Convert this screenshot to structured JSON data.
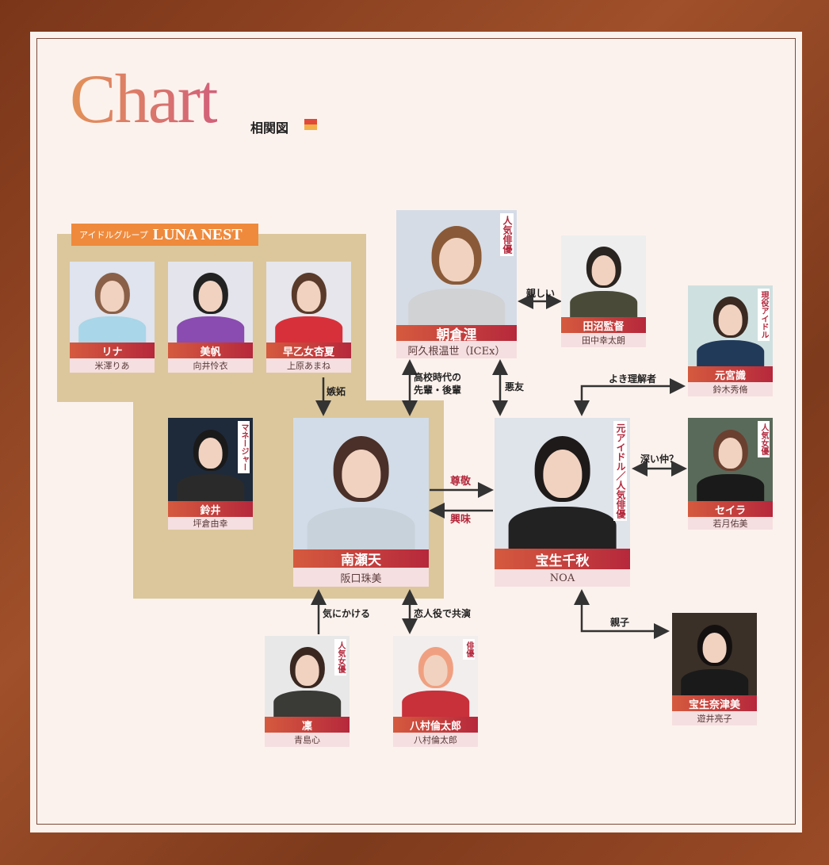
{
  "header": {
    "title": "Chart",
    "subtitle": "相関図"
  },
  "group": {
    "prefix": "アイドルグループ",
    "name": "LUNA NEST"
  },
  "characters": [
    {
      "id": "rina",
      "name": "リナ",
      "actor": "米澤りあ",
      "role": null
    },
    {
      "id": "miho",
      "name": "美帆",
      "actor": "向井怜衣",
      "role": null
    },
    {
      "id": "saotome",
      "name": "早乙女杏夏",
      "actor": "上原あまね",
      "role": null
    },
    {
      "id": "asakura",
      "name": "朝倉浬",
      "actor": "阿久根温世（ICEx）",
      "role": "人気俳優"
    },
    {
      "id": "tanuma",
      "name": "田沼監督",
      "actor": "田中幸太朗",
      "role": null
    },
    {
      "id": "motomiya",
      "name": "元宮識",
      "actor": "鈴木秀脩",
      "role": "現役アイドル"
    },
    {
      "id": "suzui",
      "name": "鈴井",
      "actor": "坪倉由幸",
      "role": "マネージャー"
    },
    {
      "id": "minase",
      "name": "南瀬天",
      "actor": "阪口珠美",
      "role": null
    },
    {
      "id": "housho",
      "name": "宝生千秋",
      "actor": "NOA",
      "role": "元アイドル／人気俳優"
    },
    {
      "id": "seira",
      "name": "セイラ",
      "actor": "若月佑美",
      "role": "人気女優"
    },
    {
      "id": "rin",
      "name": "凜",
      "actor": "青島心",
      "role": "人気女優"
    },
    {
      "id": "yamura",
      "name": "八村倫太郎",
      "actor": "八村倫太郎",
      "role": "俳優"
    },
    {
      "id": "natsumi",
      "name": "宝生奈津美",
      "actor": "遊井亮子",
      "role": null
    }
  ],
  "relations": [
    {
      "id": "jealousy",
      "label": "嫉妬"
    },
    {
      "id": "senpai",
      "label": "高校時代の\n先輩・後輩"
    },
    {
      "id": "akuyu",
      "label": "悪友"
    },
    {
      "id": "understander",
      "label": "よき理解者"
    },
    {
      "id": "deep",
      "label": "深い仲？"
    },
    {
      "id": "respect",
      "label": "尊敬"
    },
    {
      "id": "interest",
      "label": "興味"
    },
    {
      "id": "close",
      "label": "親しい"
    },
    {
      "id": "care",
      "label": "気にかける"
    },
    {
      "id": "costar",
      "label": "恋人役で共演"
    },
    {
      "id": "parent",
      "label": "親子"
    }
  ],
  "colors": {
    "accent": "#b3283c",
    "group_bg": "#dcc79c",
    "group_label": "#ef8a3c",
    "panel": "#fcf2ed"
  }
}
